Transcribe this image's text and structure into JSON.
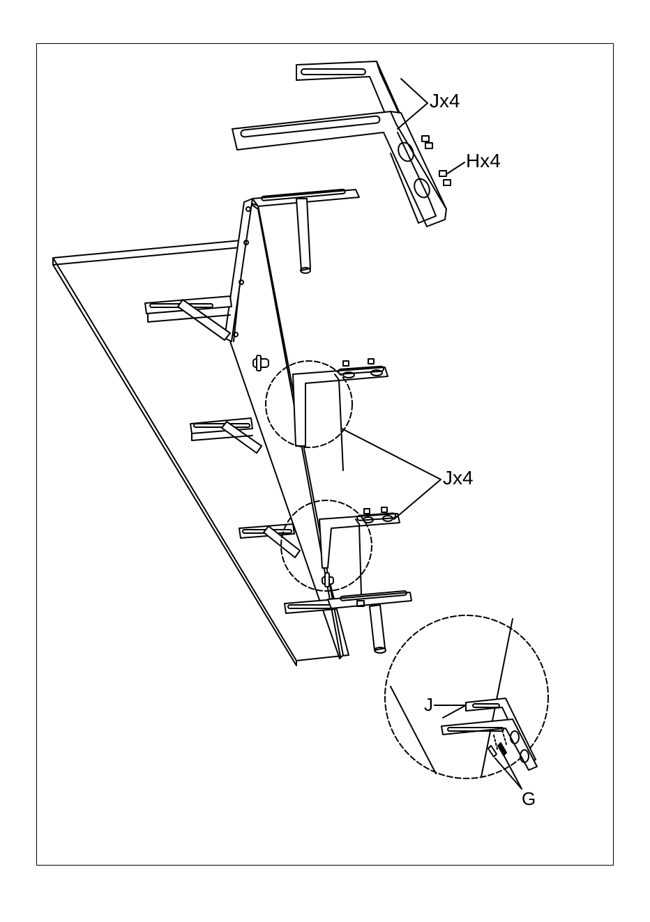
{
  "labels": {
    "top_bracket_label": "Jx4",
    "top_bolt_label": "Hx4",
    "middle_bracket_label": "Jx4",
    "detail_bracket_label": "J",
    "detail_screw_label": "G"
  },
  "colors": {
    "line": "#000000",
    "paper": "#ffffff"
  }
}
